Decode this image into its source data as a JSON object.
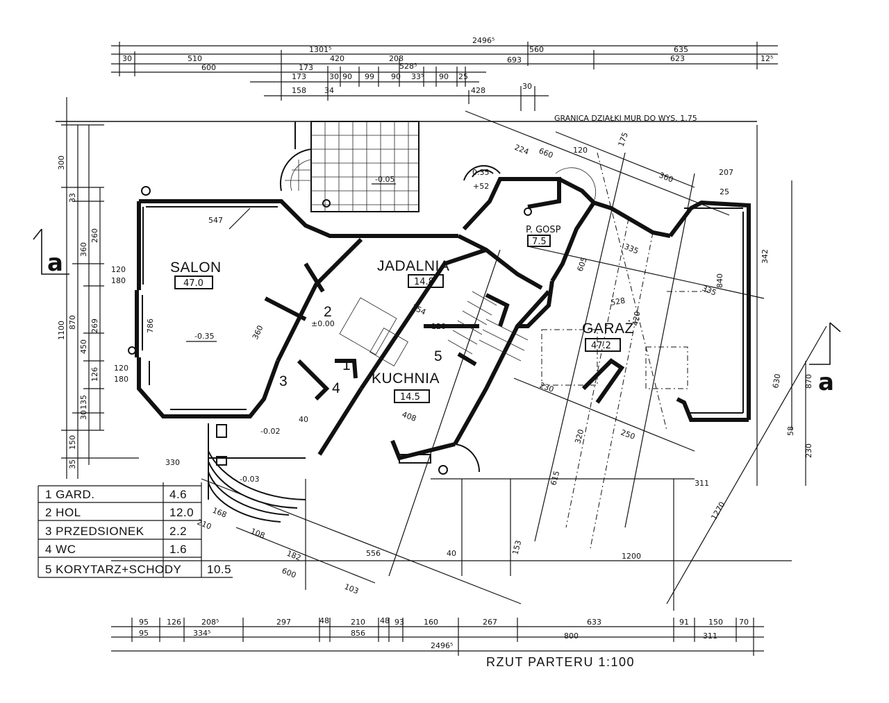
{
  "drawing": {
    "title": "RZUT PARTERU  1:100",
    "boundary_note": "GRANICA DZIAŁKI MUR DO WYS. 1.75",
    "section_marks": [
      "a",
      "a"
    ]
  },
  "rooms": [
    {
      "key": "salon",
      "label": "SALON",
      "area": "47.0"
    },
    {
      "key": "jadalnia",
      "label": "JADALNIA",
      "area": "14.8"
    },
    {
      "key": "kuchnia",
      "label": "KUCHNIA",
      "area": "14.5"
    },
    {
      "key": "garaz",
      "label": "GARAŻ",
      "area": "47.2"
    },
    {
      "key": "pgosp",
      "label": "P. GOSP",
      "area": "7.5"
    }
  ],
  "room_numbers": [
    "1",
    "2",
    "3",
    "4",
    "5"
  ],
  "legend": [
    {
      "text": "1 GARD.",
      "area": "4.6"
    },
    {
      "text": "2 HOL",
      "area": "12.0"
    },
    {
      "text": "3 PRZEDSIONEK",
      "area": "2.2"
    },
    {
      "text": "4 WC",
      "area": "1.6"
    },
    {
      "text": "5 KORYTARZ+SCHODY",
      "area": "10.5"
    }
  ],
  "levels": [
    "-0.05",
    "-0.35",
    "±0.00",
    "-0.03",
    "+52",
    "-0.02",
    "0.35"
  ],
  "dimensions_top": {
    "overall": "2496⁵",
    "row1": [
      "1301⁵",
      "560",
      "635"
    ],
    "row2": [
      "30",
      "510",
      "420",
      "208",
      "693",
      "623",
      "12⁵"
    ],
    "row3": [
      "600",
      "173",
      "528⁵"
    ],
    "row4": [
      "173",
      "30",
      "90",
      "99",
      "90",
      "33⁵",
      "90",
      "25"
    ],
    "row5": [
      "158",
      "34",
      "428",
      "30"
    ]
  },
  "dimensions_bottom": {
    "row1": [
      "95",
      "126",
      "208⁵",
      "297",
      "48",
      "210",
      "48",
      "93",
      "160",
      "267",
      "633",
      "91",
      "150",
      "70"
    ],
    "row2": [
      "95",
      "334⁵",
      "856",
      "800",
      "311"
    ],
    "overall": "2496⁵"
  },
  "dimensions_left": [
    "300",
    "33",
    "360",
    "260",
    "120",
    "180",
    "1100",
    "870",
    "269",
    "450",
    "126",
    "120",
    "180",
    "135",
    "30",
    "150",
    "35"
  ],
  "dimensions_right": [
    "207",
    "25",
    "342",
    "1270",
    "630",
    "870",
    "230",
    "311",
    "58"
  ],
  "dimensions_mid": [
    "547",
    "786",
    "556",
    "40",
    "1200",
    "600",
    "182",
    "103",
    "210",
    "168",
    "108",
    "330",
    "335",
    "335",
    "360",
    "224",
    "660",
    "120",
    "175",
    "420",
    "605",
    "528",
    "254",
    "230",
    "250",
    "120",
    "40",
    "408",
    "615",
    "153",
    "360",
    "320",
    "840"
  ]
}
